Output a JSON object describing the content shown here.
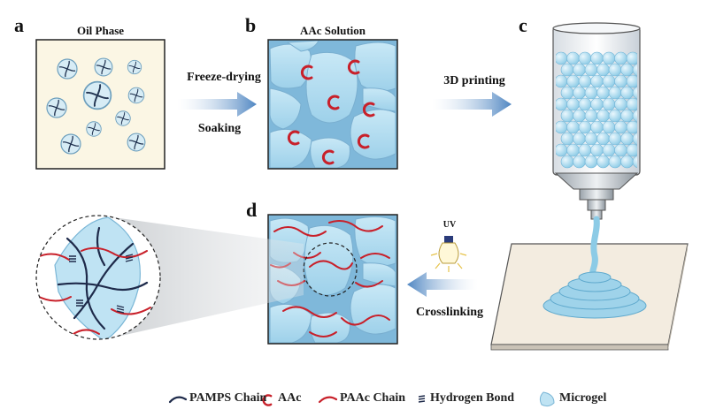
{
  "panels": {
    "a": {
      "letter": "a",
      "caption": "Oil Phase"
    },
    "b": {
      "letter": "b",
      "caption": "AAc Solution"
    },
    "c": {
      "letter": "c"
    },
    "d": {
      "letter": "d"
    }
  },
  "steps": {
    "ab_top": "Freeze-drying",
    "ab_bottom": "Soaking",
    "bc": "3D printing",
    "uv": "UV",
    "cd": "Crosslinking"
  },
  "legend": [
    {
      "name": "PAMPS Chain",
      "icon": "pamps-chain-icon"
    },
    {
      "name": "AAc",
      "icon": "aac-icon"
    },
    {
      "name": "PAAc Chain",
      "icon": "paac-chain-icon"
    },
    {
      "name": "Hydrogen Bond",
      "icon": "hydrogen-bond-icon"
    },
    {
      "name": "Microgel",
      "icon": "microgel-icon"
    }
  ],
  "colors": {
    "arrow": "#5a8ec6",
    "microgel": "#a9d6ec",
    "paac": "#c8202a",
    "pamps": "#1e2a4a",
    "oil_bg": "#fbf6e4",
    "plate": "#f3ece0"
  }
}
